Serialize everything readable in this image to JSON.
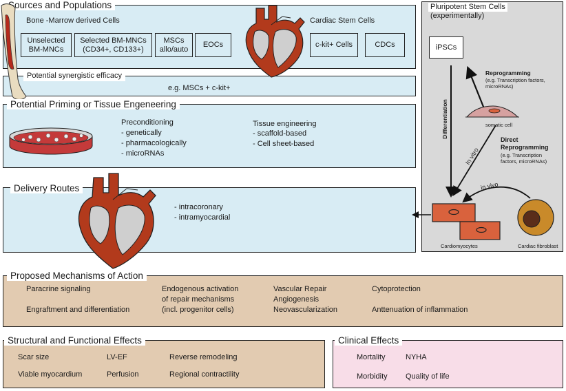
{
  "sources": {
    "title": "Sources and Populations",
    "bm_heading": "Bone -Marrow derived Cells",
    "cardiac_heading": "Cardiac Stem Cells",
    "boxes": {
      "unselected_l1": "Unselected",
      "unselected_l2": "BM-MNCs",
      "selected_l1": "Selected BM-MNCs",
      "selected_l2": "(CD34+, CD133+)",
      "mscs_l1": "MSCs",
      "mscs_l2": "allo/auto",
      "eocs": "EOCs",
      "ckit": "c-kit+ Cells",
      "cdcs": "CDCs"
    }
  },
  "synergy": {
    "title": "Potential synergistic efficacy",
    "example": "e.g. MSCs + c-kit+"
  },
  "priming": {
    "title": "Potential Priming or Tissue Engeneering",
    "precond_heading": "Preconditioning",
    "precond_items": [
      "- genetically",
      "- pharmacologically",
      "- microRNAs"
    ],
    "tissue_heading": "Tissue engineering",
    "tissue_items": [
      "- scaffold-based",
      "- Cell sheet-based"
    ]
  },
  "delivery": {
    "title": "Delivery Routes",
    "items": [
      "- intracoronary",
      "- intramyocardial"
    ]
  },
  "pluripotent": {
    "title_l1": "Pluripotent Stem Cells",
    "title_l2": "(experimentally)",
    "ipscs": "iPSCs",
    "reprogramming": "Reprogramming",
    "reprogramming_note_l1": "(e.g. Transcription factors,",
    "reprogramming_note_l2": "microRNAs)",
    "somatic_cell": "somatic cell",
    "differentiation": "Differentiation",
    "in_vitro": "In vitro",
    "in_vivo": "in vivo",
    "direct_l1": "Direct",
    "direct_l2": "Reprogramming",
    "direct_note_l1": "(e.g. Transcription",
    "direct_note_l2": "factors, microRNAs)",
    "cardiomyocytes": "Cardiomyocytes",
    "cardiac_fibroblast": "Cardiac fibroblast"
  },
  "mechanisms": {
    "title": "Proposed Mechanisms of Action",
    "paracrine": "Paracrine signaling",
    "engraftment": "Engraftment and differentiation",
    "endogenous": [
      "Endogenous activation",
      "of repair mechanisms",
      "(incl. progenitor cells)"
    ],
    "vascular": [
      "Vascular Repair",
      "Angiogenesis",
      "Neovascularization"
    ],
    "cytoprotection": "Cytoprotection",
    "inflammation": "Anttenuation of inflammation"
  },
  "structural": {
    "title": "Structural and Functional Effects",
    "scar": "Scar size",
    "viable": "Viable myocardium",
    "lvef": "LV-EF",
    "perfusion": "Perfusion",
    "reverse": "Reverse remodeling",
    "regional": "Regional contractility"
  },
  "clinical": {
    "title": "Clinical Effects",
    "mortality": "Mortality",
    "morbidity": "Morbidity",
    "nyha": "NYHA",
    "qol": "Quality of life"
  },
  "colors": {
    "panel_blue": "#d8ecf4",
    "panel_tan": "#e2cbb1",
    "panel_pink": "#f8dde8",
    "panel_gray": "#d9d9d9",
    "heart_red": "#b23a1c",
    "cardiomyocyte": "#d9623d",
    "fibroblast": "#c98a2a"
  }
}
